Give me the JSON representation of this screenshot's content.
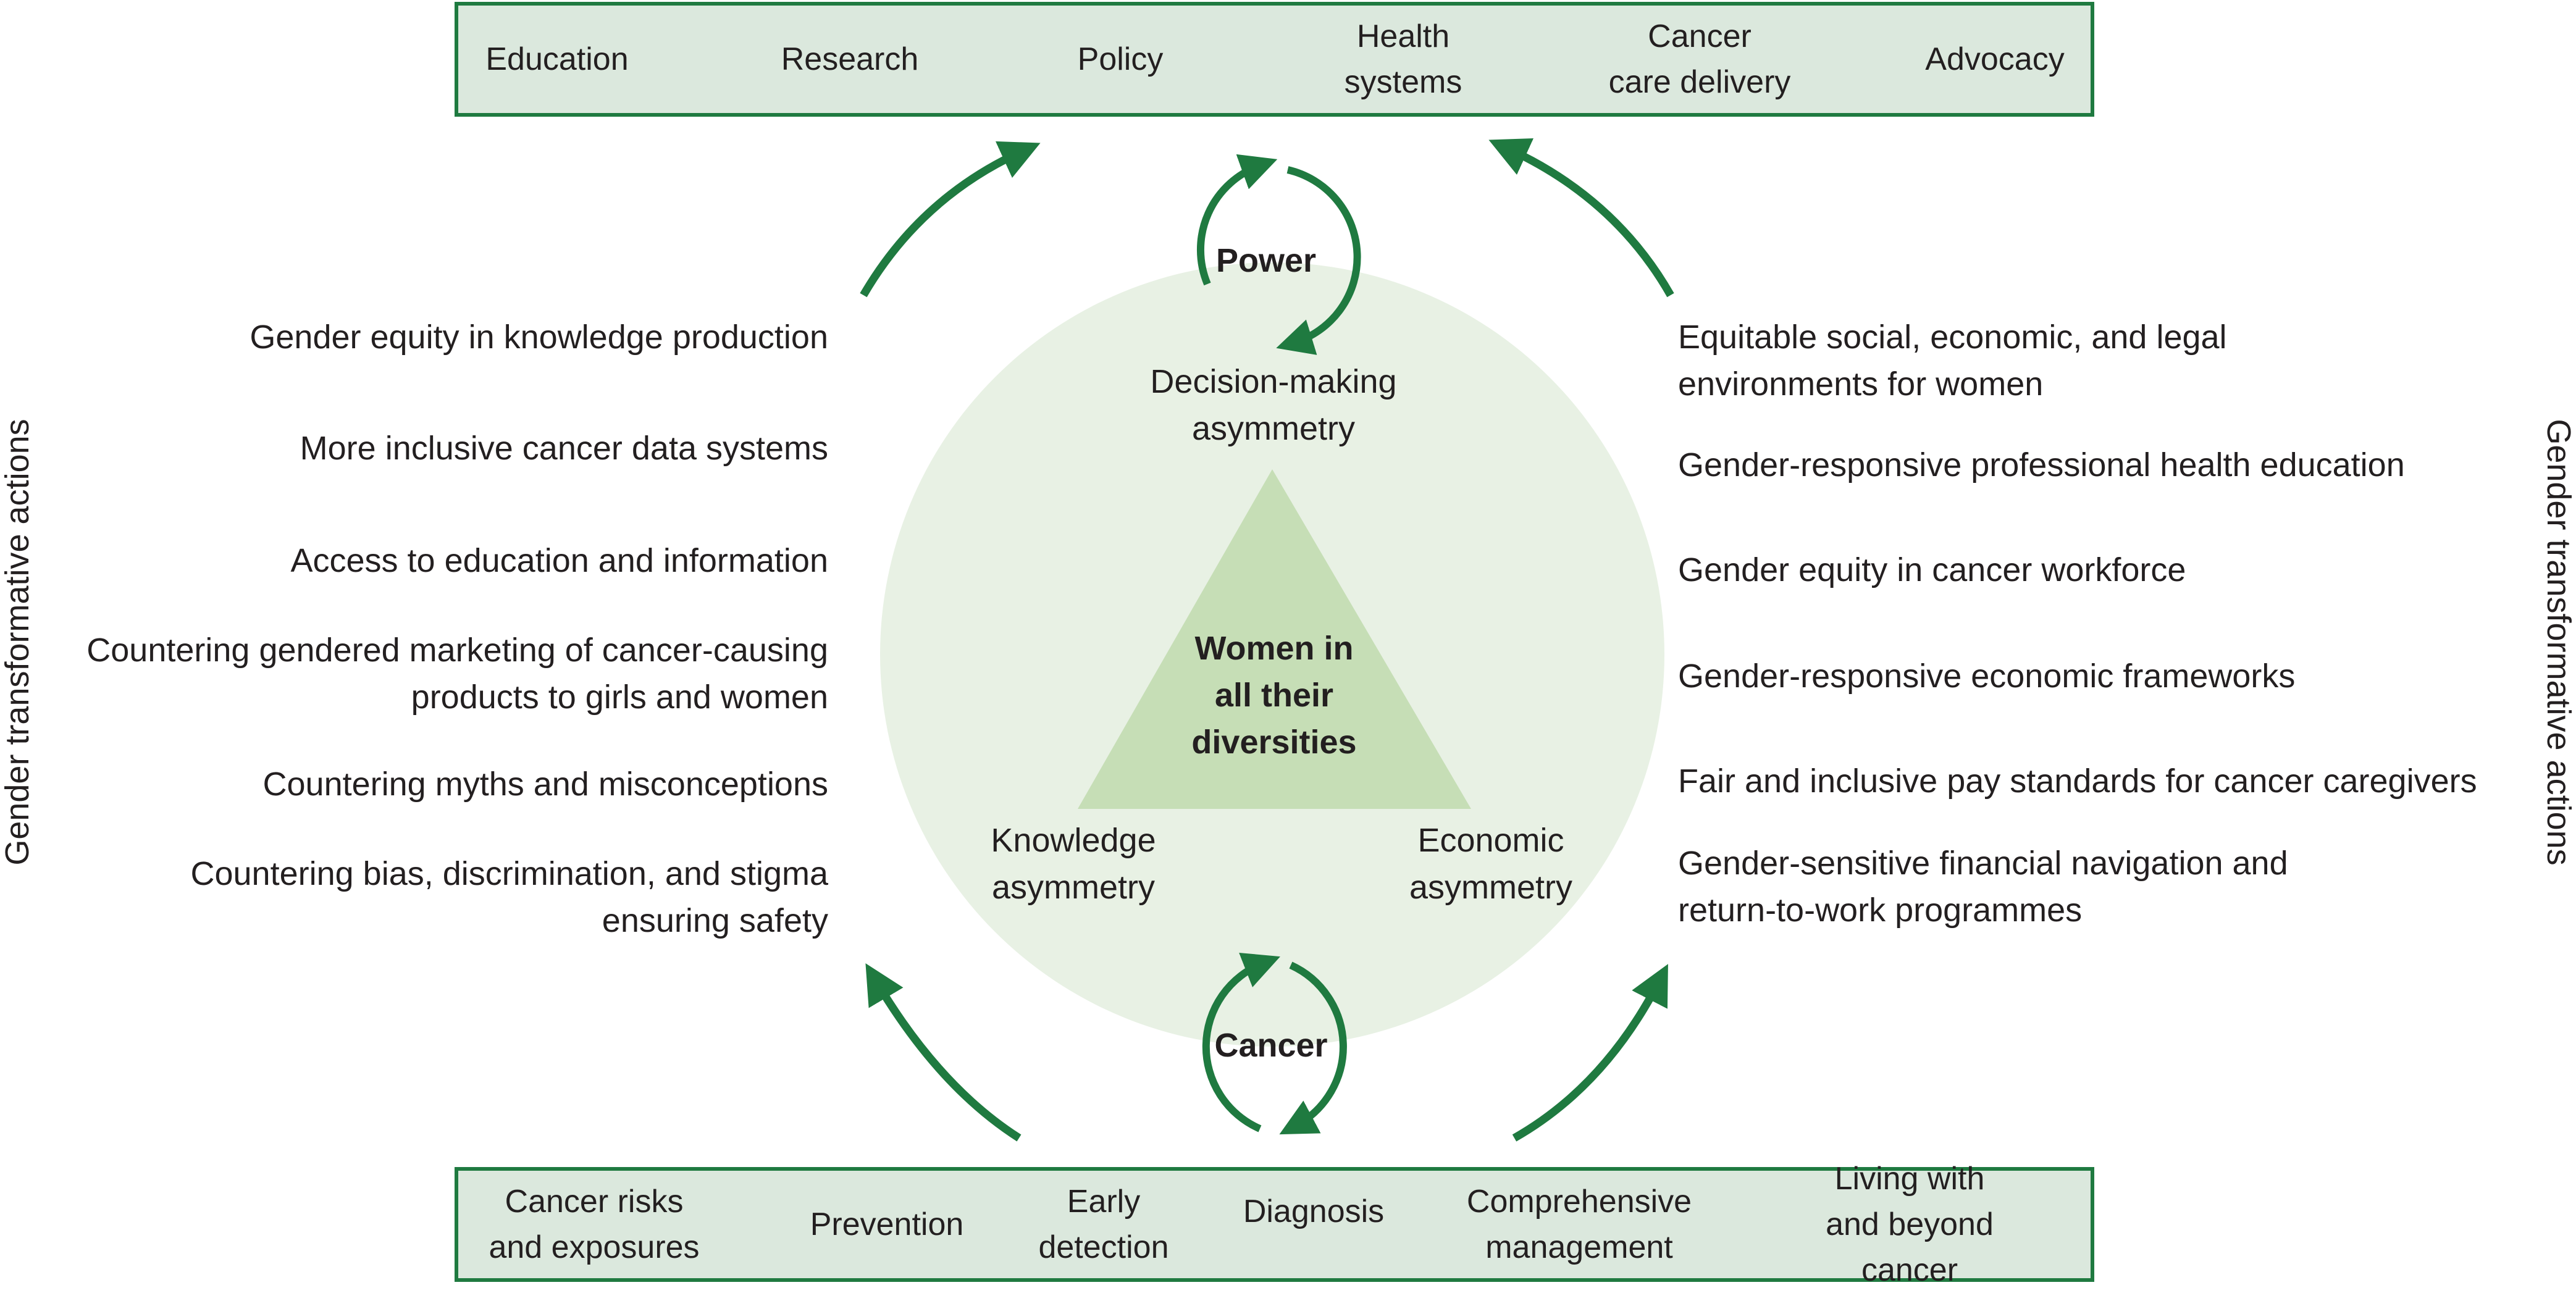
{
  "top_box": {
    "items": [
      "Education",
      "Research",
      "Policy",
      "Health\nsystems",
      "Cancer\ncare delivery",
      "Advocacy"
    ]
  },
  "bottom_box": {
    "items": [
      "Cancer risks\nand exposures",
      "Prevention",
      "Early\ndetection",
      "Diagnosis",
      "Comprehensive\nmanagement",
      "Living with\nand beyond cancer"
    ]
  },
  "side_label_left": "Gender transformative actions",
  "side_label_right": "Gender transformative actions",
  "left_actions": [
    "Gender equity in knowledge production",
    "More inclusive cancer data systems",
    "Access to education and information",
    "Countering gendered marketing of cancer-causing\nproducts to girls and women",
    "Countering myths and misconceptions",
    "Countering bias, discrimination, and stigma\nensuring safety"
  ],
  "right_actions": [
    "Equitable social, economic, and legal\nenvironments for women",
    "Gender-responsive professional health education",
    "Gender equity in cancer workforce",
    "Gender-responsive economic frameworks",
    "Fair and inclusive pay standards for cancer caregivers",
    "Gender-sensitive financial navigation and\nreturn-to-work programmes"
  ],
  "center": {
    "power_label": "Power",
    "cancer_label": "Cancer",
    "decision_label": "Decision-making\nasymmetry",
    "knowledge_label": "Knowledge\nasymmetry",
    "economic_label": "Economic\nasymmetry",
    "triangle_label": "Women in\nall their\ndiversities"
  },
  "colors": {
    "arrow_green": "#1f7a40",
    "box_fill": "#dbe8dd",
    "circle_fill": "#e8f1e4",
    "triangle_fill": "#c6deb6",
    "text": "#231f20"
  }
}
